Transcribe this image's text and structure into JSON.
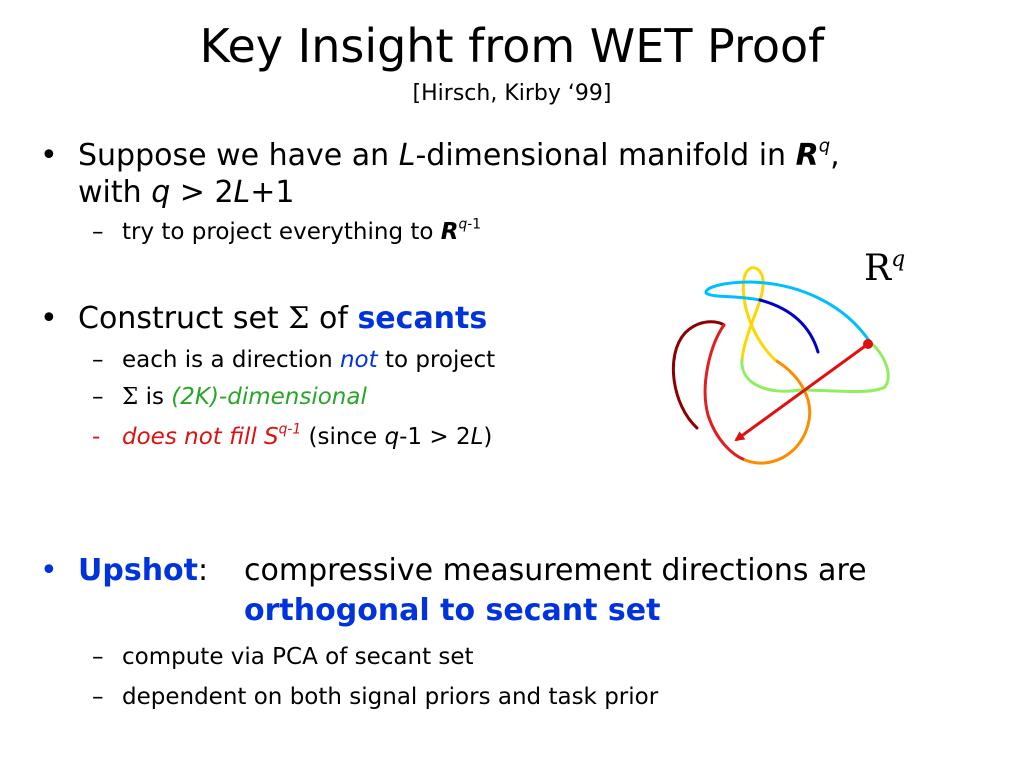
{
  "slide": {
    "title": "Key Insight from WET Proof",
    "subtitle": "[Hirsch, Kirby ‘99]",
    "bullet_char": "•",
    "dash_char": "–",
    "hyphen_char": "-",
    "sigma": "Σ",
    "b1": {
      "t1": "Suppose we have an ",
      "L": "L",
      "t2": "-dimensional manifold in ",
      "R": "R",
      "q": "q",
      "comma": ",",
      "line2_a": "with ",
      "line2_q": "q",
      "line2_b": " > 2",
      "line2_L": "L",
      "line2_c": "+1",
      "sub1_a": "try to project everything to ",
      "sub1_R": "R",
      "sub1_q": "q",
      "sub1_sup_rest": "-1"
    },
    "b2": {
      "t1": "Construct set ",
      "t2": " of ",
      "secants": "secants",
      "sub1_a": "each is a direction ",
      "sub1_not": "not",
      "sub1_b": " to project",
      "sub2_is": " is ",
      "sub2_dim": "(2K)-dimensional",
      "sub3_a": "does not fill S",
      "sub3_sup": "q-1",
      "sub3_b": " (since ",
      "sub3_q": "q",
      "sub3_c": "-1 > 2",
      "sub3_L": "L",
      "sub3_d": ")"
    },
    "b3": {
      "upshot": "Upshot",
      "colon": ":",
      "text1": "compressive measurement directions are",
      "text2": "orthogonal to secant set",
      "sub1": "compute via PCA of secant set",
      "sub2": "dependent on both signal priors and task prior"
    },
    "figure": {
      "label_R": "R",
      "label_q": "q",
      "arrow_color": "#e01010",
      "curve_colors": [
        "#8b0000",
        "#e02020",
        "#ff8c00",
        "#ffd700",
        "#90ee60",
        "#00bfff",
        "#0000cd"
      ]
    }
  }
}
